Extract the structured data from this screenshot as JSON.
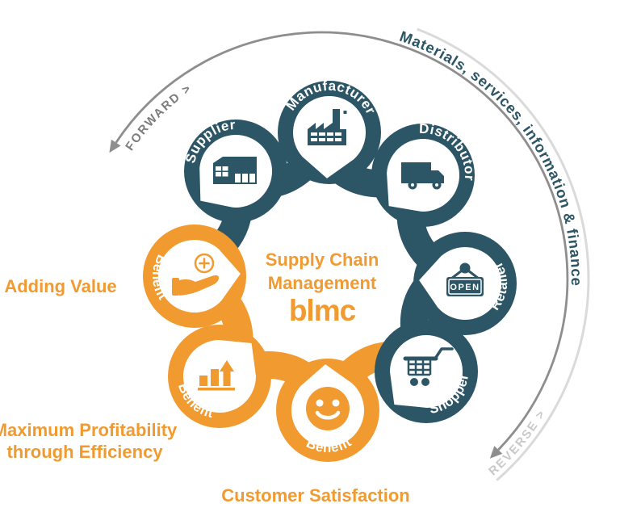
{
  "colors": {
    "teal": "#2C5566",
    "orange": "#F19A30",
    "arrow_dark": "#8e8e8e",
    "arrow_light": "#dadada",
    "forward_text": "#7d7d7d",
    "reverse_text": "#c9c9c9"
  },
  "center": {
    "title_line1": "Supply Chain",
    "title_line2": "Management",
    "logo": "blmc"
  },
  "outer": {
    "forward_label": "FORWARD >",
    "reverse_label": "REVERSE >",
    "flow_label": "Materials, services, information & finance"
  },
  "annotations": {
    "adding_value": "Adding Value",
    "max_profit_line1": "Maximum Profitability",
    "max_profit_line2": "through Efficiency",
    "customer_satisfaction": "Customer Satisfaction"
  },
  "petals": [
    {
      "id": "supplier",
      "label": "Supplier",
      "icon": "warehouse-icon",
      "color": "#2C5566"
    },
    {
      "id": "manufacturer",
      "label": "Manufacturer",
      "icon": "factory-icon",
      "color": "#2C5566"
    },
    {
      "id": "distributor",
      "label": "Distributor",
      "icon": "truck-icon",
      "color": "#2C5566"
    },
    {
      "id": "retailer",
      "label": "Retailer",
      "icon": "open-sign-icon",
      "color": "#2C5566",
      "sign_text": "OPEN"
    },
    {
      "id": "shopper",
      "label": "Shopper",
      "icon": "cart-icon",
      "color": "#2C5566"
    },
    {
      "id": "benefit-satisfaction",
      "label": "Benefit",
      "icon": "smiley-icon",
      "color": "#F19A30"
    },
    {
      "id": "benefit-profit",
      "label": "Benefit",
      "icon": "growth-chart-icon",
      "color": "#F19A30"
    },
    {
      "id": "benefit-value",
      "label": "Benefit",
      "icon": "hand-plus-icon",
      "color": "#F19A30"
    }
  ]
}
